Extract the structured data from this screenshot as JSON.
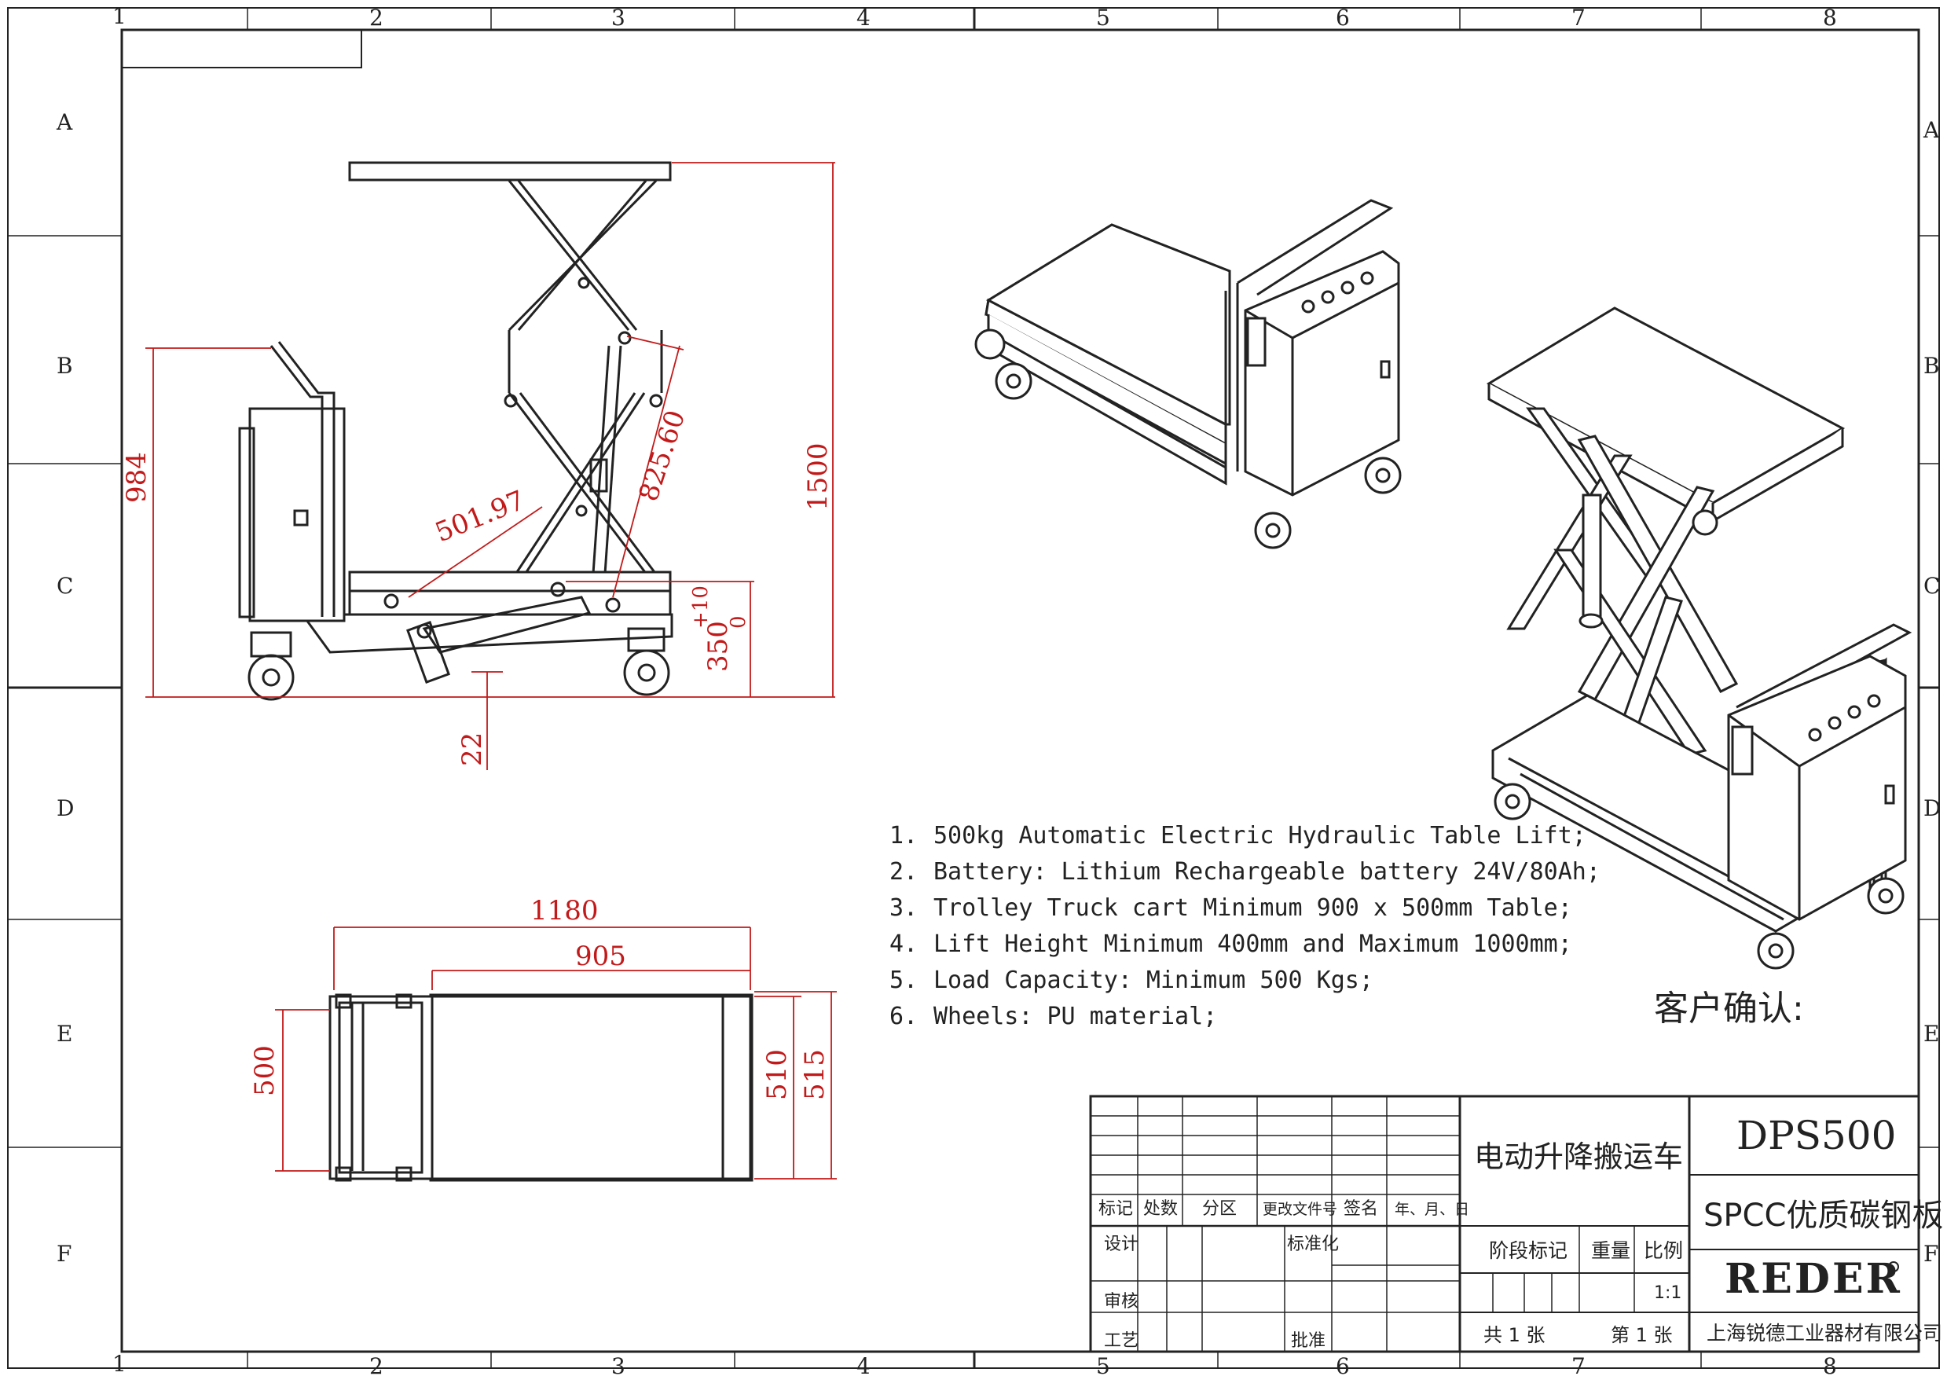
{
  "frame": {
    "col_labels": [
      "1",
      "2",
      "3",
      "4",
      "5",
      "6",
      "7",
      "8"
    ],
    "row_labels": [
      "A",
      "B",
      "C",
      "D",
      "E",
      "F"
    ]
  },
  "dimensions": {
    "side_view": [
      "984",
      "501.97",
      "825.60",
      "1500",
      "350",
      "+10",
      "0",
      "22"
    ],
    "top_view": [
      "1180",
      "905",
      "500",
      "510",
      "515"
    ]
  },
  "specs": {
    "items": [
      {
        "num": "1.",
        "text": "500kg Automatic Electric Hydraulic Table Lift;"
      },
      {
        "num": "2.",
        "text": "Battery: Lithium Rechargeable battery 24V/80Ah;"
      },
      {
        "num": "3.",
        "text": "Trolley Truck cart Minimum 900 x 500mm Table;"
      },
      {
        "num": "4.",
        "text": "Lift Height Minimum 400mm and Maximum 1000mm;"
      },
      {
        "num": "5.",
        "text": "Load Capacity: Minimum 500 Kgs;"
      },
      {
        "num": "6.",
        "text": "Wheels: PU material;"
      }
    ]
  },
  "customer_confirm": "客户确认:",
  "title_block": {
    "name": "电动升降搬运车",
    "code": "DPS500",
    "material": "SPCC优质碳钢板",
    "brand": "REDER",
    "company": "上海锐德工业器材有限公司",
    "headers": [
      "标记",
      "处数",
      "分区",
      "更改文件号",
      "签名",
      "年、月、日"
    ],
    "roles": [
      "设计",
      "标准化",
      "审核",
      "工艺",
      "批准"
    ],
    "stage_mark": "阶段标记",
    "weight": "重量",
    "ratio_label": "比例",
    "ratio_value": "1:1",
    "sheets_total": "共 1 张",
    "sheet_index": "第 1 张"
  },
  "colors": {
    "dimension": "#c21a1a",
    "line": "#222222"
  }
}
